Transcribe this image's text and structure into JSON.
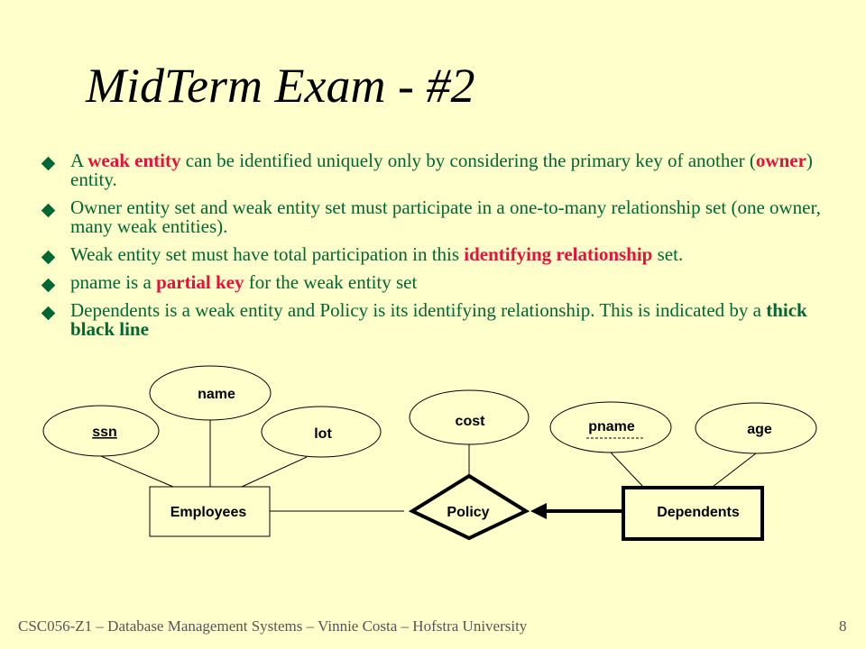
{
  "title": "MidTerm Exam - #2",
  "bullets": [
    {
      "parts": [
        {
          "text": "A ",
          "style": "normal"
        },
        {
          "text": "weak entity",
          "style": "red"
        },
        {
          "text": " can be identified uniquely only by considering the primary key of another (",
          "style": "normal"
        },
        {
          "text": "owner",
          "style": "red"
        },
        {
          "text": ") entity.",
          "style": "normal"
        }
      ]
    },
    {
      "parts": [
        {
          "text": "Owner entity set and weak entity set must participate in a one-to-many relationship set (one owner, many weak entities).",
          "style": "normal"
        }
      ]
    },
    {
      "parts": [
        {
          "text": "Weak entity set must have total participation in this ",
          "style": "normal"
        },
        {
          "text": "identifying relationship",
          "style": "red"
        },
        {
          "text": " set.",
          "style": "normal"
        }
      ]
    },
    {
      "parts": [
        {
          "text": "pname is a ",
          "style": "normal"
        },
        {
          "text": "partial key",
          "style": "red"
        },
        {
          "text": " for the weak entity set",
          "style": "normal"
        }
      ]
    },
    {
      "parts": [
        {
          "text": "Dependents is a weak entity and Policy is its identifying relationship. This is indicated by a ",
          "style": "normal"
        },
        {
          "text": "thick black line",
          "style": "bold"
        }
      ]
    }
  ],
  "diagram": {
    "attributes": {
      "ssn": "ssn",
      "name": "name",
      "lot": "lot",
      "cost": "cost",
      "pname": "pname",
      "age": "age"
    },
    "entities": {
      "employees": "Employees",
      "dependents": "Dependents"
    },
    "relationship": "Policy"
  },
  "footer": "CSC056-Z1 – Database Management Systems – Vinnie Costa – Hofstra University",
  "page_number": "8",
  "colors": {
    "background": "#FFFFCC",
    "text_green": "#006633",
    "highlight_red": "#E8103A"
  }
}
